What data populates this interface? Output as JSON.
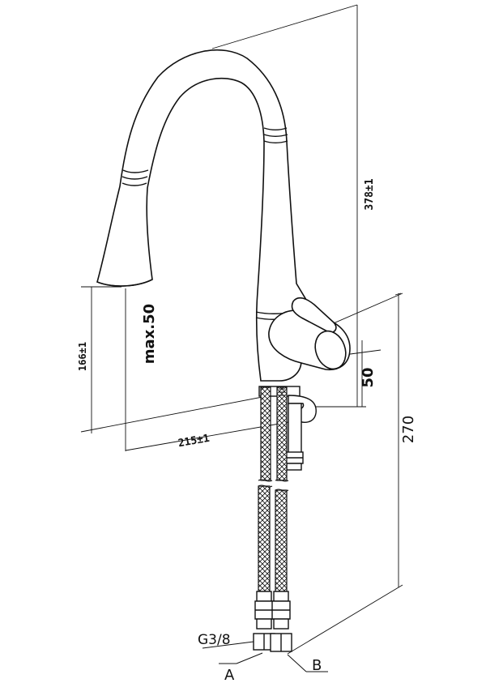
{
  "dimensions": {
    "height_378": "378±1",
    "height_166": "166±1",
    "max_50": "max.50",
    "reach_215": "215±1",
    "dim_50": "50",
    "hose_270": "270"
  },
  "labels": {
    "thread": "G3/8",
    "connection_a": "A",
    "connection_b": "B"
  },
  "colors": {
    "line": "#111111",
    "background": "#ffffff"
  }
}
